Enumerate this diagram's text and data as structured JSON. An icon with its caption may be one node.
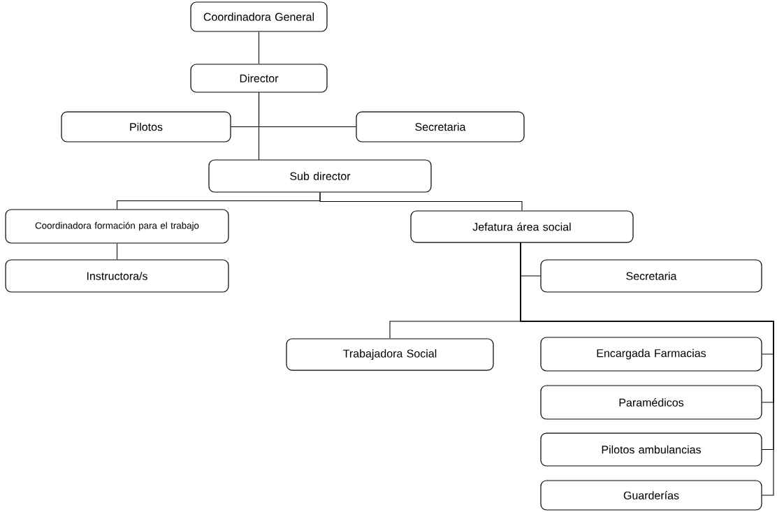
{
  "diagram": {
    "nodes": [
      {
        "text": [
          "Coordinadora General"
        ]
      },
      {
        "text": [
          "Director"
        ]
      },
      {
        "text": [
          "Pilotos"
        ]
      },
      {
        "text": [
          "Secretaria"
        ]
      },
      {
        "text": [
          "Sub director"
        ]
      },
      {
        "text": [
          "Coordinadora formación para el trabajo"
        ]
      },
      {
        "text": [
          "Instructora/s"
        ]
      },
      {
        "text": [
          "Jefatura área social"
        ]
      },
      {
        "text": [
          "Secretaria"
        ]
      },
      {
        "text": [
          "Trabajadora Social"
        ]
      },
      {
        "text": [
          "Encargada Farmacias"
        ]
      },
      {
        "text": [
          "Paramédicos"
        ]
      },
      {
        "text": [
          "Pilotos ambulancias"
        ]
      },
      {
        "text": [
          "Guarderías"
        ]
      }
    ],
    "edges": [
      {
        "from": 0,
        "to": 1,
        "arrow": "none"
      },
      {
        "from": 1,
        "to": 2,
        "arrow": "none"
      },
      {
        "from": 1,
        "to": 3,
        "arrow": "none"
      },
      {
        "from": 1,
        "to": 4,
        "arrow": "none"
      },
      {
        "from": 4,
        "to": 5,
        "arrow": "none"
      },
      {
        "from": 4,
        "to": 7,
        "arrow": "none"
      },
      {
        "from": 5,
        "to": 6,
        "arrow": "none"
      },
      {
        "from": 7,
        "to": 8,
        "arrow": "none"
      },
      {
        "from": 7,
        "to": 9,
        "arrow": "none"
      },
      {
        "from": 7,
        "to": 10,
        "arrow": "none"
      },
      {
        "from": 7,
        "to": 11,
        "arrow": "none"
      },
      {
        "from": 7,
        "to": 12,
        "arrow": "none"
      },
      {
        "from": 7,
        "to": 13,
        "arrow": "none"
      }
    ]
  }
}
